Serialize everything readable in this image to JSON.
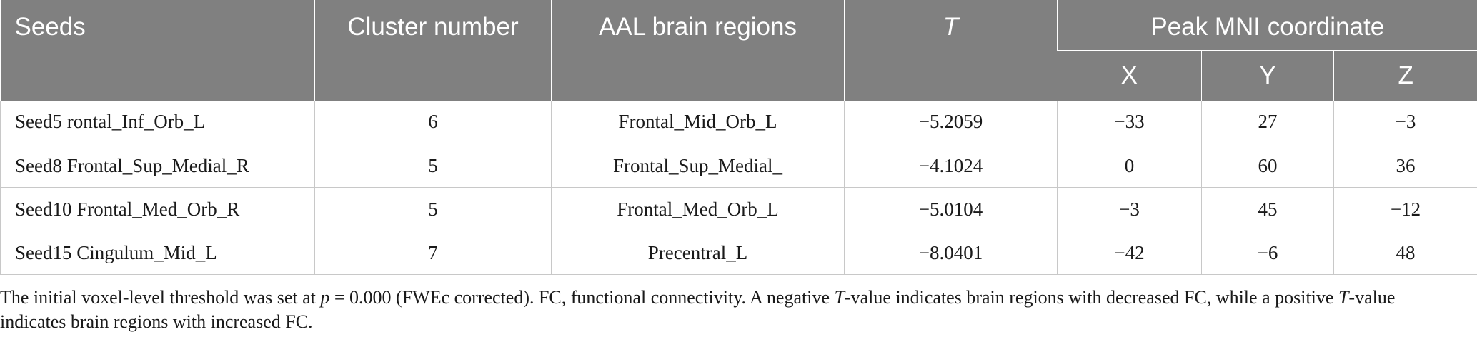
{
  "table": {
    "headers": {
      "seeds": "Seeds",
      "cluster_number": "Cluster number",
      "aal_regions": "AAL brain regions",
      "t": "T",
      "peak_mni": "Peak MNI coordinate",
      "x": "X",
      "y": "Y",
      "z": "Z"
    },
    "rows": [
      {
        "seed": "Seed5 rontal_Inf_Orb_L",
        "cluster": "6",
        "region": "Frontal_Mid_Orb_L",
        "t": "−5.2059",
        "x": "−33",
        "y": "27",
        "z": "−3"
      },
      {
        "seed": "Seed8 Frontal_Sup_Medial_R",
        "cluster": "5",
        "region": "Frontal_Sup_Medial_",
        "t": "−4.1024",
        "x": "0",
        "y": "60",
        "z": "36"
      },
      {
        "seed": "Seed10 Frontal_Med_Orb_R",
        "cluster": "5",
        "region": "Frontal_Med_Orb_L",
        "t": "−5.0104",
        "x": "−3",
        "y": "45",
        "z": "−12"
      },
      {
        "seed": "Seed15 Cingulum_Mid_L",
        "cluster": "7",
        "region": "Precentral_L",
        "t": "−8.0401",
        "x": "−42",
        "y": "−6",
        "z": "48"
      }
    ]
  },
  "note": {
    "part1": "The initial voxel-level threshold was set at ",
    "p": "p",
    "part2": " = 0.000 (FWEc corrected). FC, functional connectivity. A negative ",
    "t1": "T",
    "part3": "-value indicates brain regions with decreased FC, while a positive ",
    "t2": "T",
    "part4": "-value indicates brain regions with increased FC."
  }
}
